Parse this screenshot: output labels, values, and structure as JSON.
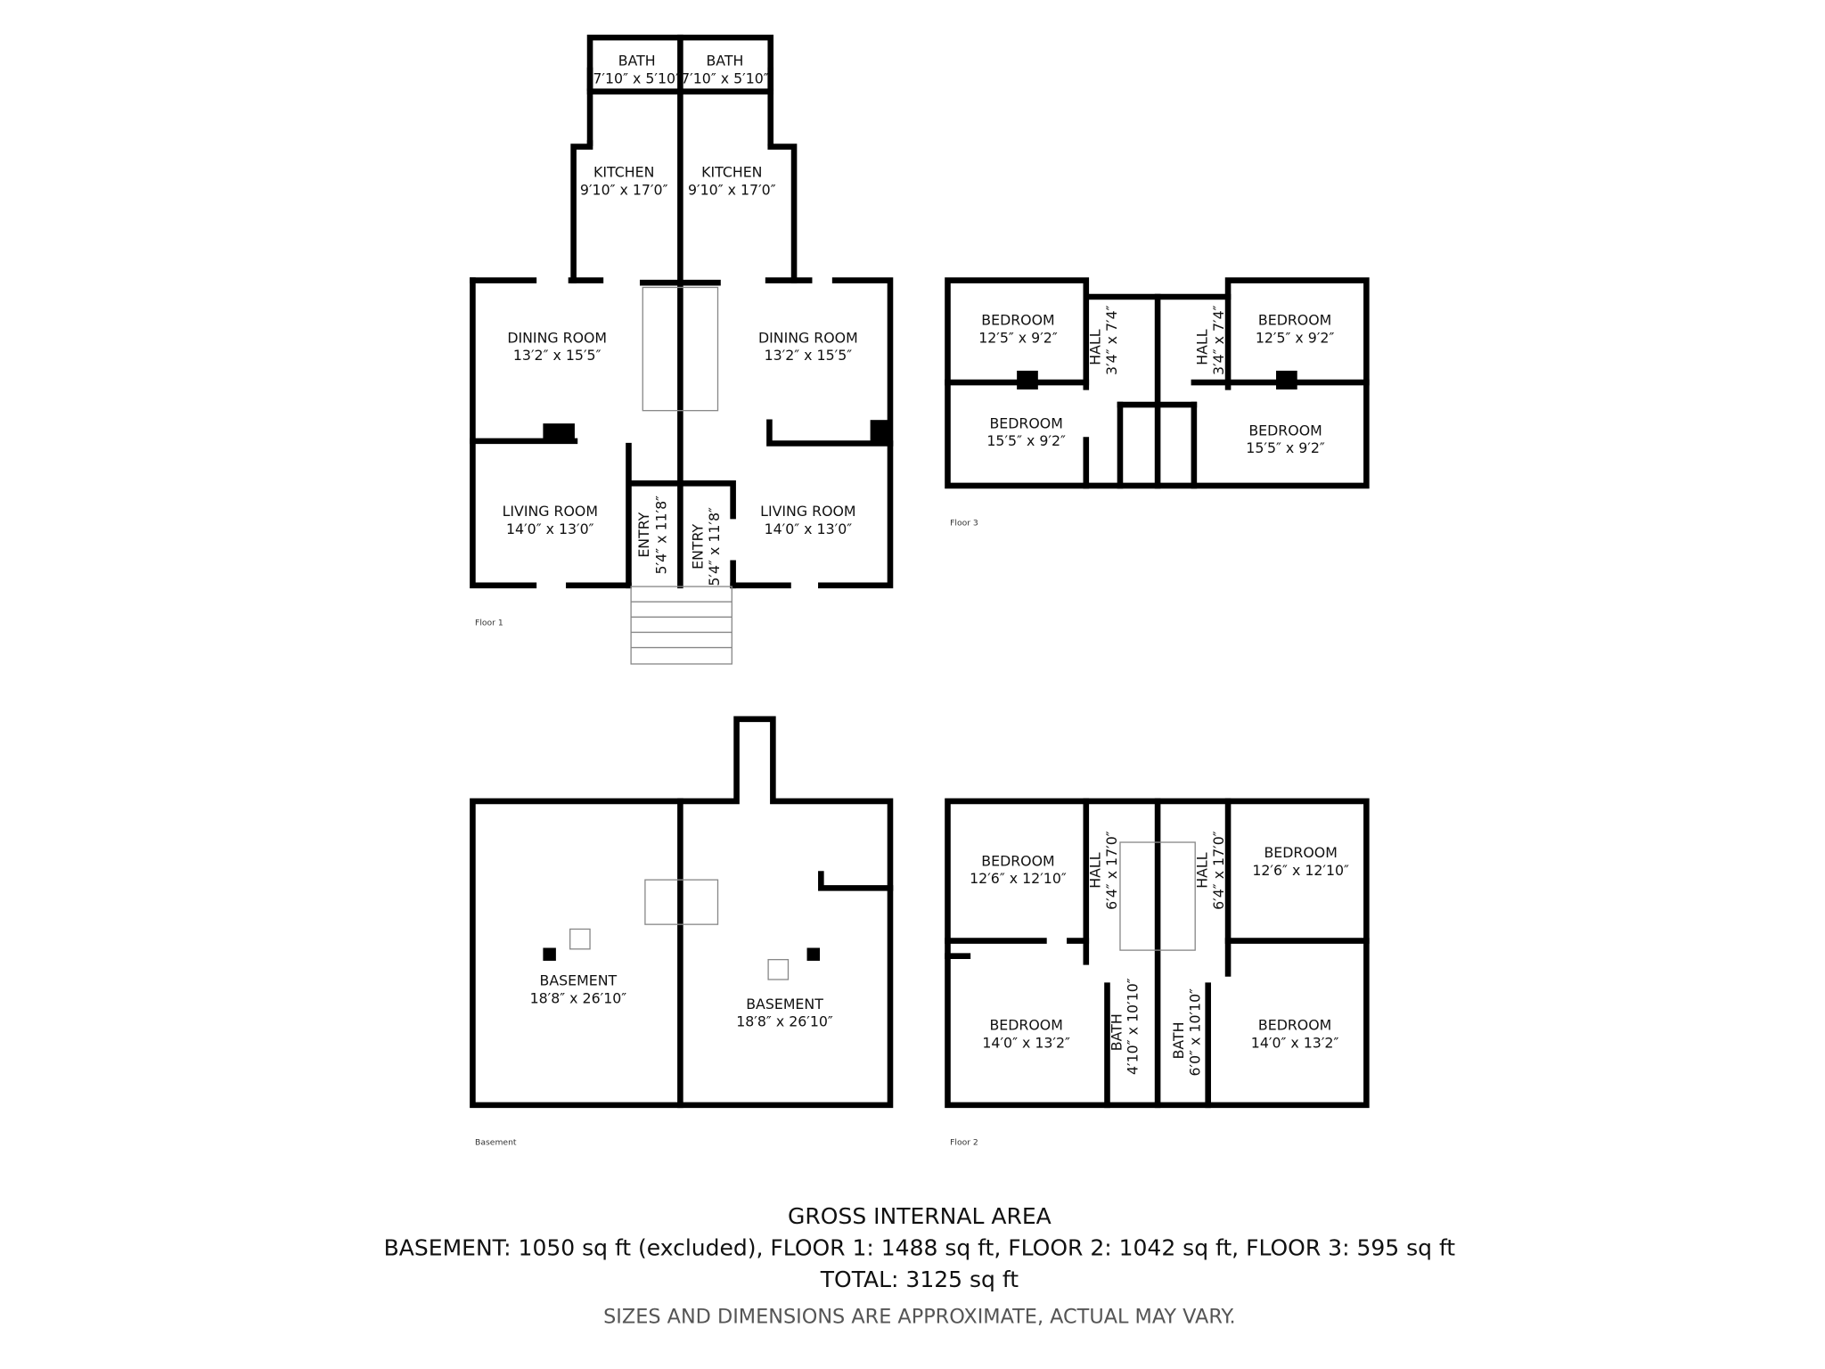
{
  "floors": {
    "floor1": {
      "label": "Floor 1",
      "rooms": [
        {
          "name": "BATH",
          "dims": "7′10″ x 5′10″"
        },
        {
          "name": "BATH",
          "dims": "7′10″ x 5′10″"
        },
        {
          "name": "KITCHEN",
          "dims": "9′10″ x 17′0″"
        },
        {
          "name": "KITCHEN",
          "dims": "9′10″ x 17′0″"
        },
        {
          "name": "DINING ROOM",
          "dims": "13′2″ x 15′5″"
        },
        {
          "name": "DINING ROOM",
          "dims": "13′2″ x 15′5″"
        },
        {
          "name": "LIVING ROOM",
          "dims": "14′0″ x 13′0″"
        },
        {
          "name": "LIVING ROOM",
          "dims": "14′0″ x 13′0″"
        },
        {
          "name": "ENTRY",
          "dims": "5′4″ x 11′8″"
        },
        {
          "name": "ENTRY",
          "dims": "5′4″ x 11′8″"
        }
      ]
    },
    "floor3": {
      "label": "Floor 3",
      "rooms": [
        {
          "name": "BEDROOM",
          "dims": "12′5″ x 9′2″"
        },
        {
          "name": "HALL",
          "dims": "3′4″ x 7′4″"
        },
        {
          "name": "HALL",
          "dims": "3′4″ x 7′4″"
        },
        {
          "name": "BEDROOM",
          "dims": "12′5″ x 9′2″"
        },
        {
          "name": "BEDROOM",
          "dims": "15′5″ x 9′2″"
        },
        {
          "name": "BEDROOM",
          "dims": "15′5″ x 9′2″"
        }
      ]
    },
    "basement": {
      "label": "Basement",
      "rooms": [
        {
          "name": "BASEMENT",
          "dims": "18′8″ x 26′10″"
        },
        {
          "name": "BASEMENT",
          "dims": "18′8″ x 26′10″"
        }
      ]
    },
    "floor2": {
      "label": "Floor 2",
      "rooms": [
        {
          "name": "BEDROOM",
          "dims": "12′6″ x 12′10″"
        },
        {
          "name": "HALL",
          "dims": "6′4″ x 17′0″"
        },
        {
          "name": "HALL",
          "dims": "6′4″ x 17′0″"
        },
        {
          "name": "BEDROOM",
          "dims": "12′6″ x 12′10″"
        },
        {
          "name": "BEDROOM",
          "dims": "14′0″ x 13′2″"
        },
        {
          "name": "BATH",
          "dims": "4′10″ x 10′10″"
        },
        {
          "name": "BATH",
          "dims": "6′0″ x 10′10″"
        },
        {
          "name": "BEDROOM",
          "dims": "14′0″ x 13′2″"
        }
      ]
    }
  },
  "footer": {
    "title": "GROSS INTERNAL AREA",
    "breakdown": "BASEMENT: 1050 sq ft (excluded), FLOOR 1: 1488 sq ft, FLOOR 2: 1042 sq ft, FLOOR 3: 595 sq ft",
    "total": "TOTAL: 3125 sq ft",
    "disclaimer": "SIZES AND DIMENSIONS ARE APPROXIMATE, ACTUAL MAY VARY."
  }
}
